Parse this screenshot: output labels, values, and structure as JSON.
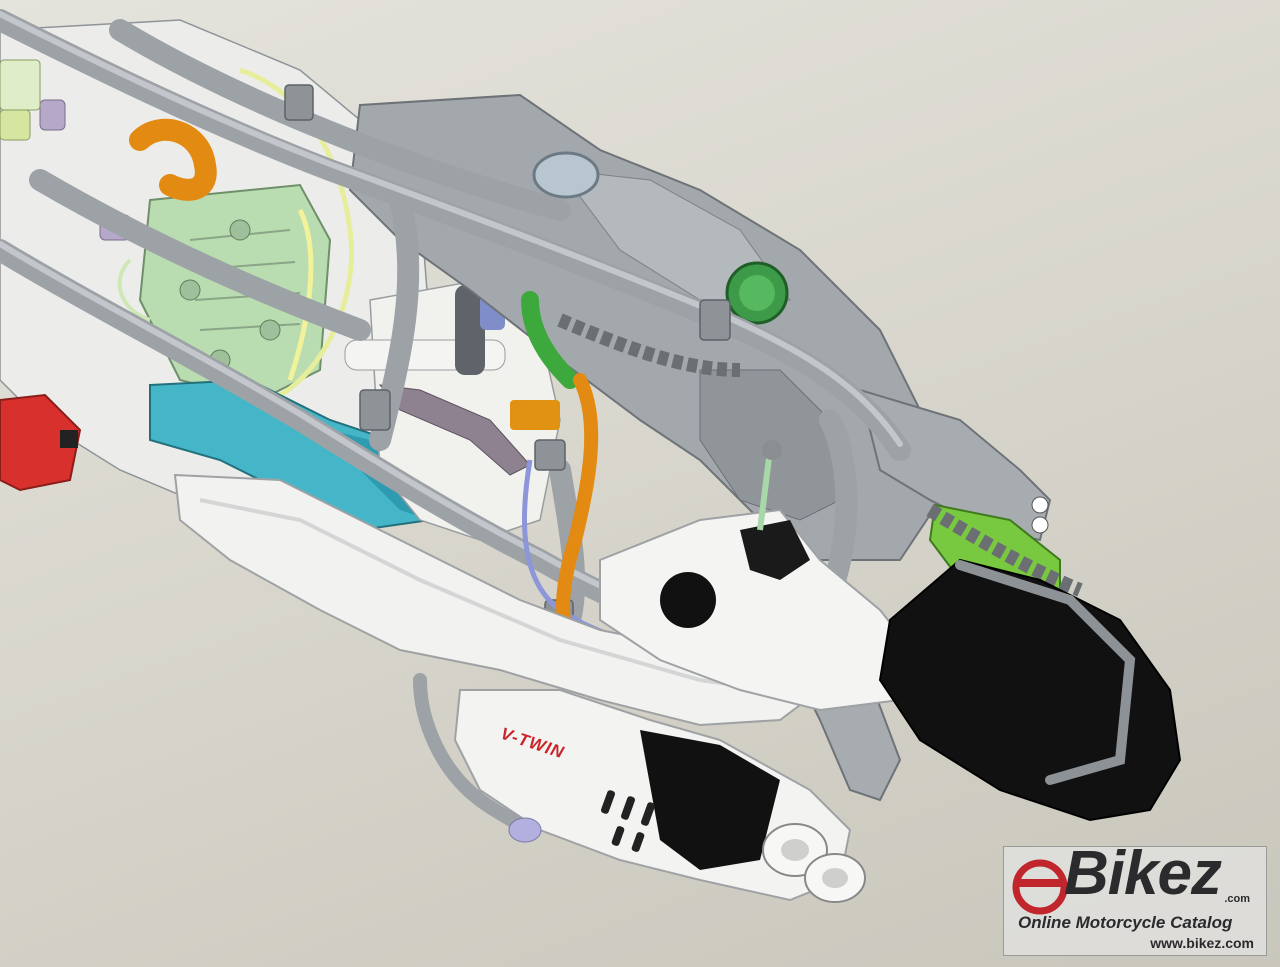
{
  "decal": {
    "text": "V-TWIN"
  },
  "watermark": {
    "brand": "Bikez",
    "suffix": ".com",
    "tagline": "Online Motorcycle Catalog",
    "url": "www.bikez.com"
  },
  "colors": {
    "background": "#d6d4ca",
    "frame": "#a3a8ad",
    "hose_orange": "#e28a12",
    "engine_green": "#b9dcb0",
    "exhaust_white": "#f2f2f0",
    "muffler_black": "#111111",
    "airbox_blue": "#44b6c8",
    "battery_red": "#d8302c",
    "cap_green": "#3c9a48"
  }
}
